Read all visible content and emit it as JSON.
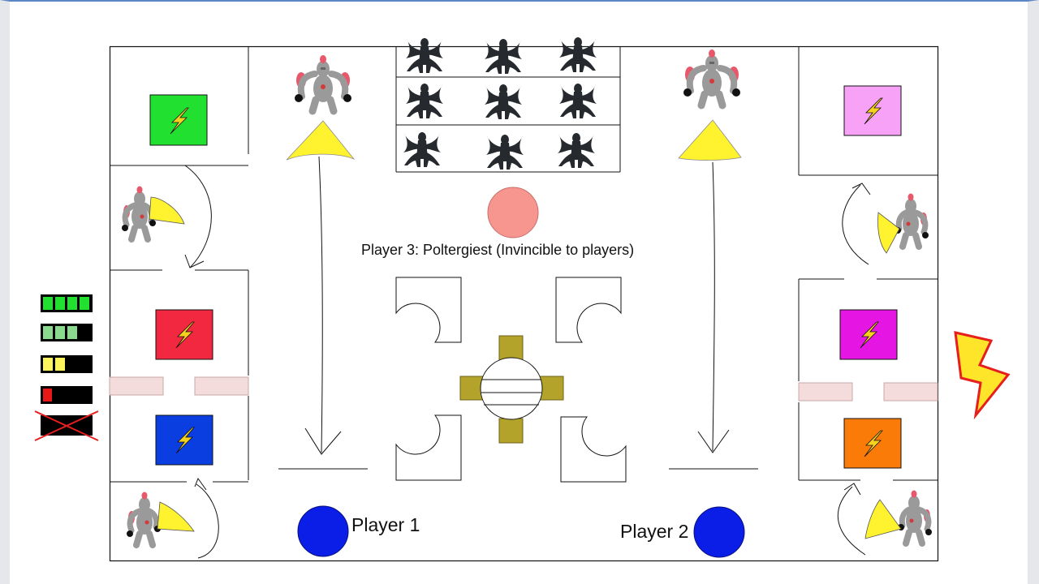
{
  "labels": {
    "player1": "Player 1",
    "player2": "Player 2",
    "player3": "Player 3: Poltergiest (Invincible to players)"
  },
  "colors": {
    "player": "#0a1ee8",
    "poltergeist": "#f7958f",
    "vision_cone": "#fff22e",
    "power_green": "#22e030",
    "power_red": "#f1283f",
    "power_blue": "#0b3ee0",
    "power_pink": "#f8a2f7",
    "power_magenta": "#e515e3",
    "power_orange": "#fa7b08",
    "bolt": "#f7d21c",
    "bolt_large_fill": "#ffe52a",
    "bolt_large_stroke": "#e61e1e",
    "table_chair": "#b3a32a",
    "door": "#f4dcdc",
    "enemy_silhouette": "#262a2e"
  },
  "icons": {
    "power_tile": "lightning-icon",
    "guard": "robot-guard-icon",
    "enemy": "creature-silhouette-icon",
    "battery": "battery-icon",
    "large_bolt": "lightning-bolt-icon"
  },
  "battery_legend": [
    {
      "level": 4,
      "of": 4,
      "color": "#22e030"
    },
    {
      "level": 3,
      "of": 4,
      "color": "#8bd98f"
    },
    {
      "level": 2,
      "of": 4,
      "color": "#fbf45c"
    },
    {
      "level": 1,
      "of": 4,
      "color": "#e81818"
    },
    {
      "level": 0,
      "of": 4,
      "color": "#000000",
      "crossed": true
    }
  ]
}
